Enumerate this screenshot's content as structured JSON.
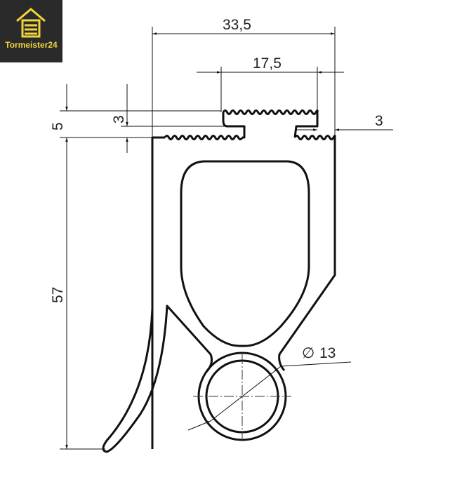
{
  "logo": {
    "text": "Tormeister24",
    "colors": {
      "background": "#2a2a2a",
      "accent": "#f2d53c"
    }
  },
  "dimensions": {
    "overall_width": "33,5",
    "slot_width": "17,5",
    "right_lip": "3",
    "top_height": "5",
    "slot_height": "3",
    "total_height": "57",
    "bulb_diameter": "13",
    "diameter_symbol": "∅"
  }
}
